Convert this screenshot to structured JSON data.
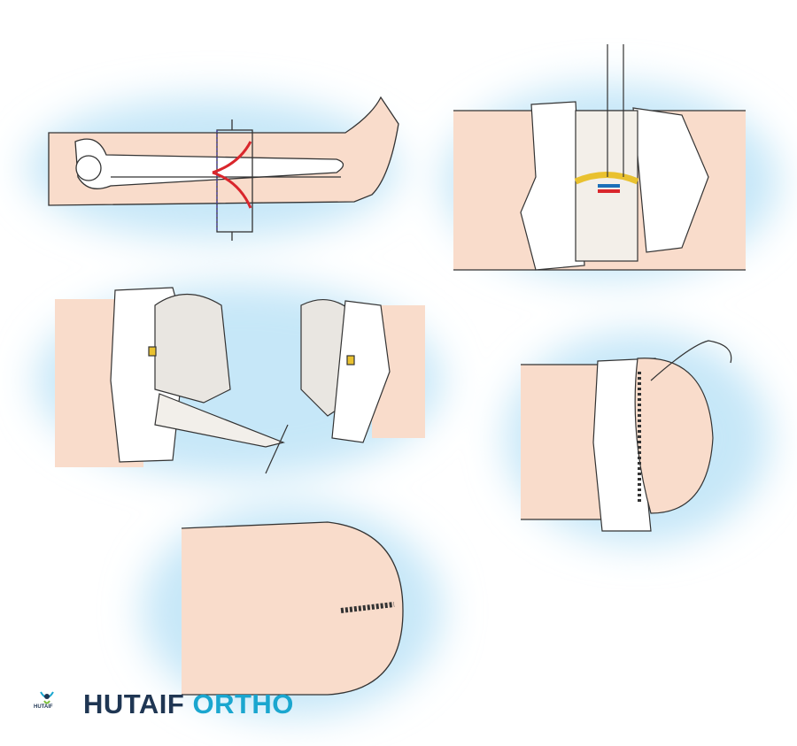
{
  "watermark": {
    "brand_primary": "HUTAIF",
    "brand_secondary": "ORTHO",
    "mini_logo_text": "HUTAIF"
  },
  "colors": {
    "skin": "#f9dccb",
    "glow": "#bfe4f7",
    "incision": "#d9262c",
    "brand_dark": "#1f3653",
    "brand_light": "#1aa6cf",
    "vessel_yellow": "#e9c12f",
    "line": "#333333"
  },
  "panels": [
    "forearm-incision-markings",
    "exposed-neurovascular-structures",
    "bone-cut-with-muscle-flaps",
    "myoplasty-closure",
    "healed-stump"
  ]
}
